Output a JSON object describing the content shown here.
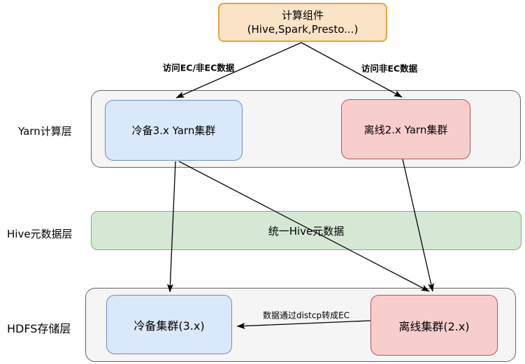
{
  "diagram": {
    "compute_box": {
      "line1": "计算组件",
      "line2": "(Hive,Spark,Presto...)"
    },
    "layers": {
      "yarn": {
        "label": "Yarn计算层"
      },
      "hive": {
        "label": "Hive元数据层",
        "content": "统一Hive元数据"
      },
      "hdfs": {
        "label": "HDFS存储层"
      }
    },
    "nodes": {
      "yarn_cold": {
        "label": "冷备3.x Yarn集群"
      },
      "yarn_offline": {
        "label": "离线2.x Yarn集群"
      },
      "hdfs_cold": {
        "label": "冷备集群(3.x)"
      },
      "hdfs_offline": {
        "label": "离线集群(2.x)"
      }
    },
    "edge_labels": {
      "access_ec": "访问EC/非EC数据",
      "access_non_ec": "访问非EC数据",
      "distcp": "数据通过distcp转成EC"
    },
    "colors": {
      "compute_fill": "#fbe3c7",
      "compute_border": "#e8a33d",
      "blue_fill": "#dae8fc",
      "blue_border": "#6c8ebf",
      "red_fill": "#f8cecc",
      "red_border": "#b85450",
      "green_fill": "#d5e8d4",
      "green_border": "#82b366",
      "layer_fill": "#f5f5f5",
      "layer_border": "#666666",
      "arrow": "#000000",
      "background": "#ffffff"
    }
  }
}
